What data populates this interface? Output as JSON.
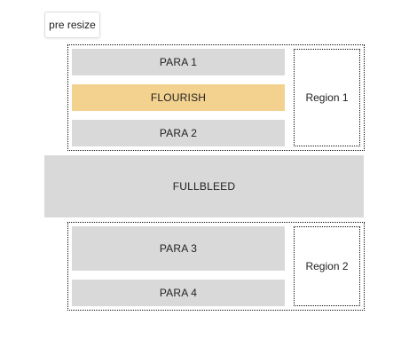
{
  "toolbar": {
    "resize_button_label": "pre resize"
  },
  "section1": {
    "paras": [
      "PARA 1",
      "FLOURISH",
      "PARA 2"
    ],
    "region_label": "Region 1"
  },
  "fullbleed": {
    "label": "FULLBLEED"
  },
  "section2": {
    "paras": [
      "PARA 3",
      "PARA 4"
    ],
    "region_label": "Region 2"
  },
  "colors": {
    "block_gray": "#d9d9d9",
    "flourish_orange": "#f3d18f",
    "border_dotted": "#111111"
  }
}
